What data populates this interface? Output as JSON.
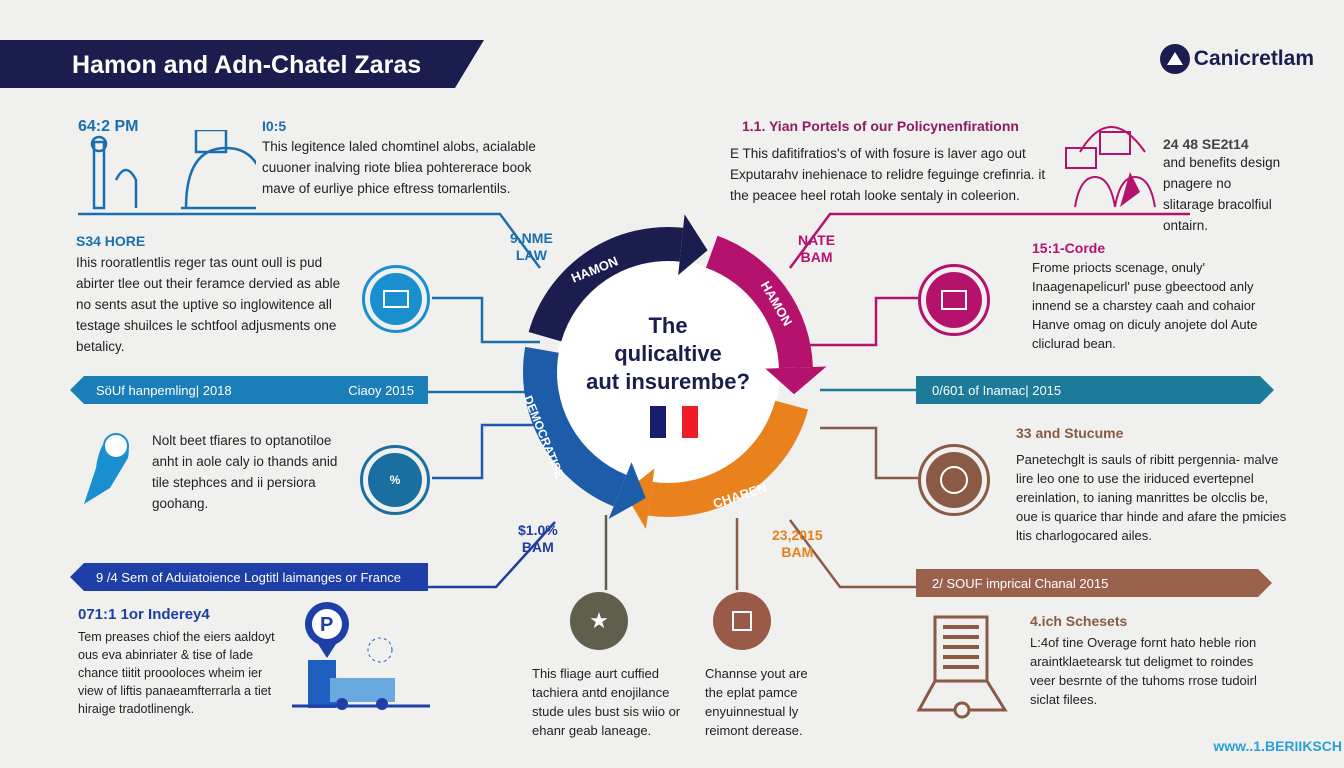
{
  "header": {
    "title": "Hamon and Adn-Chatel Zaras",
    "logo": "Canicretlam"
  },
  "center": {
    "line1": "The",
    "line2": "qulicaltive",
    "line3": "aut insurembe?",
    "flag_colors": [
      "#1a1d6e",
      "#ffffff",
      "#ee1c25"
    ]
  },
  "ring": {
    "top_left": "HAMON",
    "top_right": "HAMON",
    "bottom_right": "CHAREN",
    "left": "DEMOCRATISE"
  },
  "ring_labels": {
    "tl": [
      "9.NME",
      "LAW"
    ],
    "tr": [
      "NATE",
      "BAM"
    ],
    "bl": [
      "$1.0%",
      "BAM"
    ],
    "br": [
      "23,2015",
      "BAM"
    ]
  },
  "left": {
    "s1": {
      "time": "64:2 PM",
      "heading": "I0:5",
      "text": "This legitence laled chomtinel alobs, acialable cuuoner inalving riote bliea pohtererace book mave of eurliye phice eftress tomarlentils."
    },
    "s2": {
      "heading": "S34 HORE",
      "text": "Ihis rooratlentlis reger tas ount oull is pud abirter tlee out their feramce dervied as able no sents asut the uptive so inglowitence all testage shuilces le schtfool adjusments one betalicy."
    },
    "banner1": {
      "left": "SöUf hanpemling| 2018",
      "right": "Ciaoy 2015"
    },
    "s3": {
      "text": "Nolt beet tfiares to optanotiloe anht in aole caly io thands anid tile stephces and ii persiora goohang."
    },
    "banner2": {
      "left": "9 /4 Sem of Aduiatoience Logtitl laimanges or France"
    },
    "s4": {
      "heading": "071:1 1or Inderey4",
      "text": "Tem preases chiof the eiers aaldoyt ous eva abinriater & tise of lade chance tiitit proooloces wheim ier view of liftis panaeamfterrarla a tiet hiraige tradotlinengk."
    }
  },
  "right": {
    "s1": {
      "heading": "1.1. Yian Portels of our Policynenfirationn",
      "text": "E This dafitifratios's of with fosure is laver ago out Exputarahv inehienace to relidre feguinge crefinria. it the peacee heel rotah looke sentaly in coleerion."
    },
    "s2": {
      "heading": "24 48 SE2t14",
      "text": "and benefits design pnagere no slitarage bracolfiul ontairn."
    },
    "s3": {
      "heading": "15:1-Corde",
      "text": "Frome priocts scenage, onuly' Inaagenapelicurl' puse gbeectood anly innend se a charstey caah and cohaior Hanve omag on diculy anojete dol Aute cliclurad bean."
    },
    "banner1": {
      "left": "0/601 of Inamac| 2015"
    },
    "s4": {
      "heading": "33 and Stucume",
      "text": "Panetechglt is sauls of ribitt pergennia- malve lire leo one to use the iriduced evertepnel ereinlation, to ianing manrittes be olcclis be, oue is quarice thar hinde and afare the pmicies ltis charlogocared ailes."
    },
    "banner2": {
      "left": "2/ SOUF imprical Chanal 2015"
    },
    "s5": {
      "heading": "4.ich Schesets",
      "text": "L:4of tine Overage fornt hato heble rion araintklaetearsk tut deligmet to roindes veer besrnte of the tuhoms rrose tudoirl siclat filees."
    }
  },
  "bottom": {
    "c1": {
      "text": "This fliage aurt cuffied tachiera antd enojilance stude ules bust sis wiio or ehanr geab laneage."
    },
    "c2": {
      "text": "Channse yout are the eplat pamce enyuinnestual ly reimont derease."
    }
  },
  "footer": {
    "url": "www..1.BERIIKSCH"
  },
  "colors": {
    "navy": "#1a1d4e",
    "magenta": "#b5126e",
    "orange": "#e9811c",
    "blue": "#1d5ca8",
    "teal": "#1d7b9a",
    "brown": "#9a624c",
    "olive": "#5f5f4c"
  }
}
